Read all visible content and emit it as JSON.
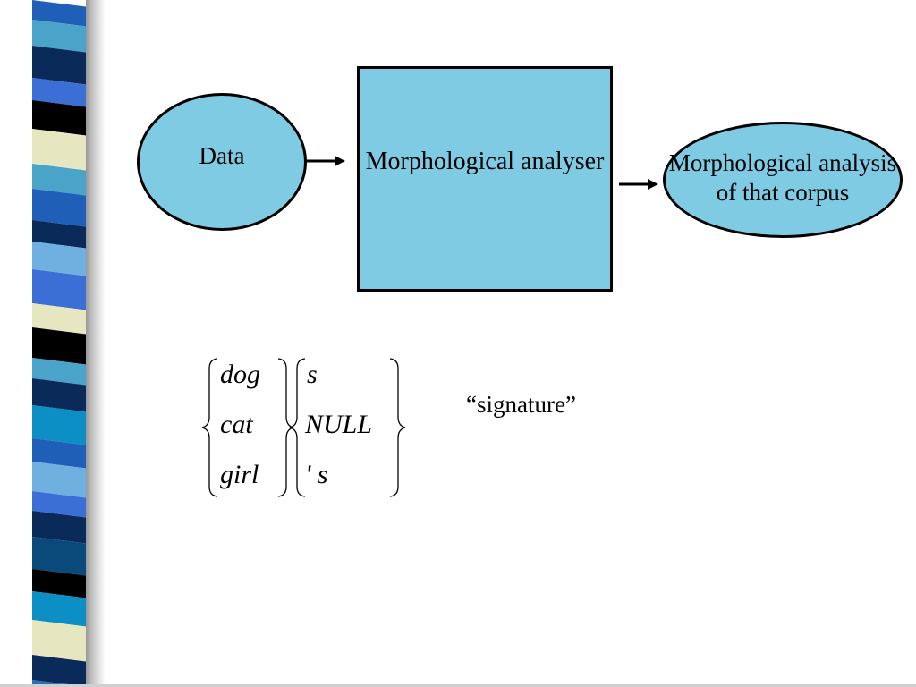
{
  "colors": {
    "node_fill": "#7ecbe3",
    "outline": "#000000",
    "strip_palette": [
      "#1f5fb8",
      "#4aa3c8",
      "#0a2a5a",
      "#3b6fd6",
      "#000000",
      "#e6e6c0",
      "#6fb0e0",
      "#0c8fc4",
      "#2a6fb0",
      "#9cc8e8",
      "#0a4a7a"
    ]
  },
  "flow": {
    "input": "Data",
    "process": "Morphological analyser",
    "output": "Morphological analysis of that corpus"
  },
  "signature": {
    "stems": [
      "dog",
      "cat",
      "girl"
    ],
    "suffixes": [
      "s",
      "NULL",
      "' s"
    ],
    "caption": "“signature”"
  }
}
